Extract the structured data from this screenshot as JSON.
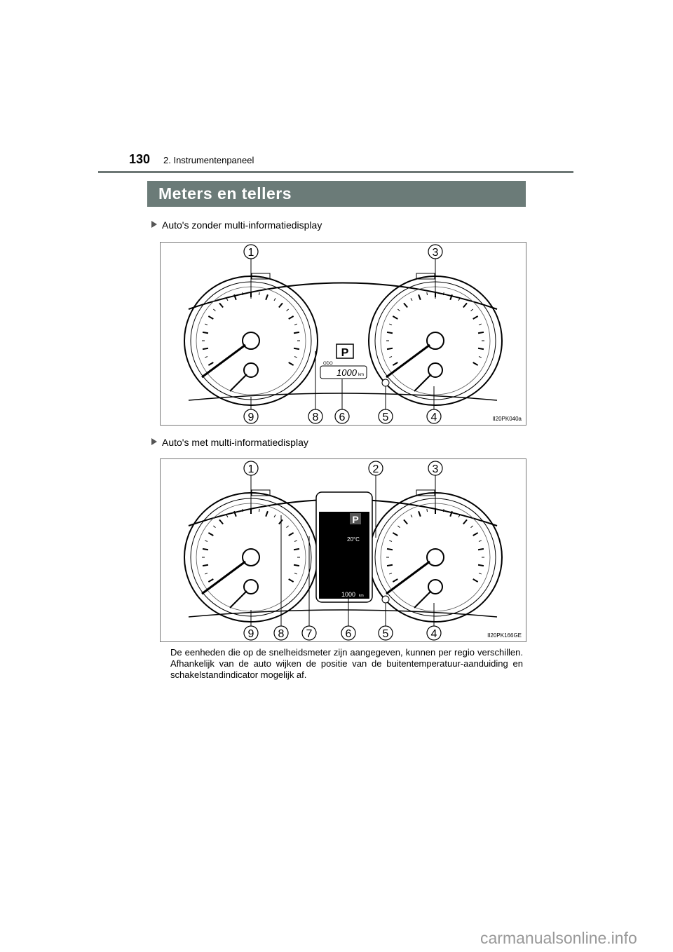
{
  "header": {
    "page_number": "130",
    "section": "2. Instrumentenpaneel"
  },
  "title": "Meters en tellers",
  "diagrams": [
    {
      "heading": "Auto's zonder multi-informatiedisplay",
      "image_id": "II20PK040a",
      "top_callouts": [
        "1",
        "3"
      ],
      "bottom_callouts": [
        "9",
        "8",
        "6",
        "5",
        "4"
      ],
      "shift_indicator": "P",
      "odometer": "1000",
      "odometer_unit": "km",
      "trip_label": "ODO"
    },
    {
      "heading": "Auto's met multi-informatiedisplay",
      "image_id": "II20PK166GE",
      "top_callouts": [
        "1",
        "2",
        "3"
      ],
      "bottom_callouts": [
        "9",
        "8",
        "7",
        "6",
        "5",
        "4"
      ],
      "shift_indicator": "P",
      "outside_temp": "20°C",
      "odometer": "1000",
      "odometer_unit": "km"
    }
  ],
  "caption": "De eenheden die op de snelheidsmeter zijn aangegeven, kunnen per regio verschillen. Afhankelijk van de auto wijken de positie van de buitentemperatuur-aanduiding en schakelstandindicator mogelijk af.",
  "watermark": "carmanualsonline.info"
}
